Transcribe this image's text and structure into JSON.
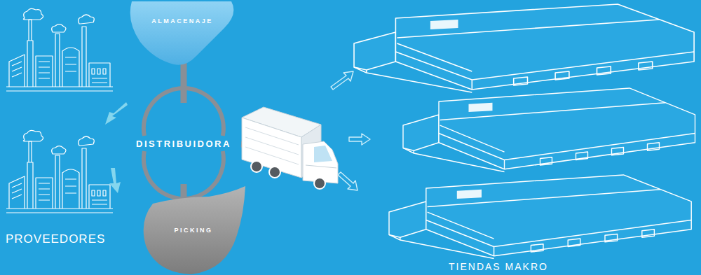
{
  "diagram": {
    "nodes": [
      {
        "text": [
          "ALMACENAJE"
        ]
      },
      {
        "text": [
          "DISTRIBUIDORA"
        ]
      },
      {
        "text": [
          "PICKING"
        ]
      }
    ],
    "edges": [
      {
        "from": 0,
        "to": 1,
        "arrow": "none"
      },
      {
        "from": 2,
        "to": 1,
        "arrow": "none"
      }
    ],
    "labels": [
      "PROVEEDORES",
      "TIENDAS MAKRO"
    ]
  }
}
